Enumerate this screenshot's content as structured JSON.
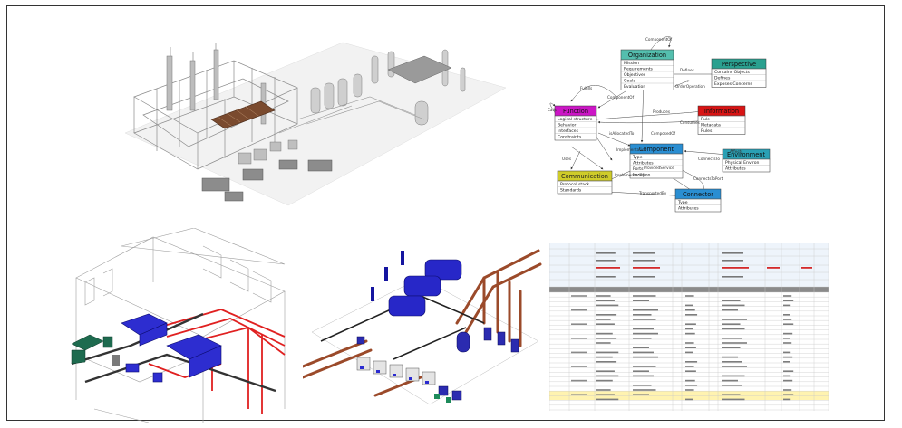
{
  "ontology": {
    "entities": [
      {
        "key": "organization",
        "title": "Organization",
        "color": "#54bfae",
        "attrs": [
          "Mission",
          "Requirements",
          "Objectives",
          "Goals",
          "Evaluation"
        ]
      },
      {
        "key": "perspective",
        "title": "Perspective",
        "color": "#2aa08f",
        "attrs": [
          "Contains Objects",
          "Defines",
          "Exposes Concerns"
        ]
      },
      {
        "key": "function",
        "title": "Function",
        "color": "#cc16c6",
        "attrs": [
          "Logical structure",
          "Behavior",
          "Interfaces",
          "Constraints"
        ]
      },
      {
        "key": "information",
        "title": "Information",
        "color": "#d81414",
        "attrs": [
          "Rule",
          "Metadata",
          "Rules"
        ]
      },
      {
        "key": "component",
        "title": "Component",
        "color": "#2a8ed2",
        "attrs": [
          "Type",
          "Attributes",
          "Ports",
          "Location"
        ]
      },
      {
        "key": "environment",
        "title": "Environment",
        "color": "#2aa0b4",
        "attrs": [
          "Physical Environ",
          "Attributes"
        ]
      },
      {
        "key": "communication",
        "title": "Communication",
        "color": "#cfcc2a",
        "attrs": [
          "Protocol stack",
          "Standards"
        ]
      },
      {
        "key": "connector",
        "title": "Connector",
        "color": "#2a8ed2",
        "attrs": [
          "Type",
          "Attributes"
        ]
      }
    ],
    "relations": [
      {
        "label": "ComponentOf"
      },
      {
        "label": "Fulfills"
      },
      {
        "label": "Defines"
      },
      {
        "label": "ComponentOf"
      },
      {
        "label": "Calls"
      },
      {
        "label": "OrderOperation"
      },
      {
        "label": "Produces"
      },
      {
        "label": "Consumes"
      },
      {
        "label": "isAllocatedTo"
      },
      {
        "label": "ComposedOf"
      },
      {
        "label": "Implementation"
      },
      {
        "label": "Affects"
      },
      {
        "label": "Uses"
      },
      {
        "label": "ConnectsTo"
      },
      {
        "label": "ImplementedBy"
      },
      {
        "label": "ConnectsToPort"
      },
      {
        "label": "TransportedBy"
      },
      {
        "label": "ProvidedService"
      }
    ]
  }
}
